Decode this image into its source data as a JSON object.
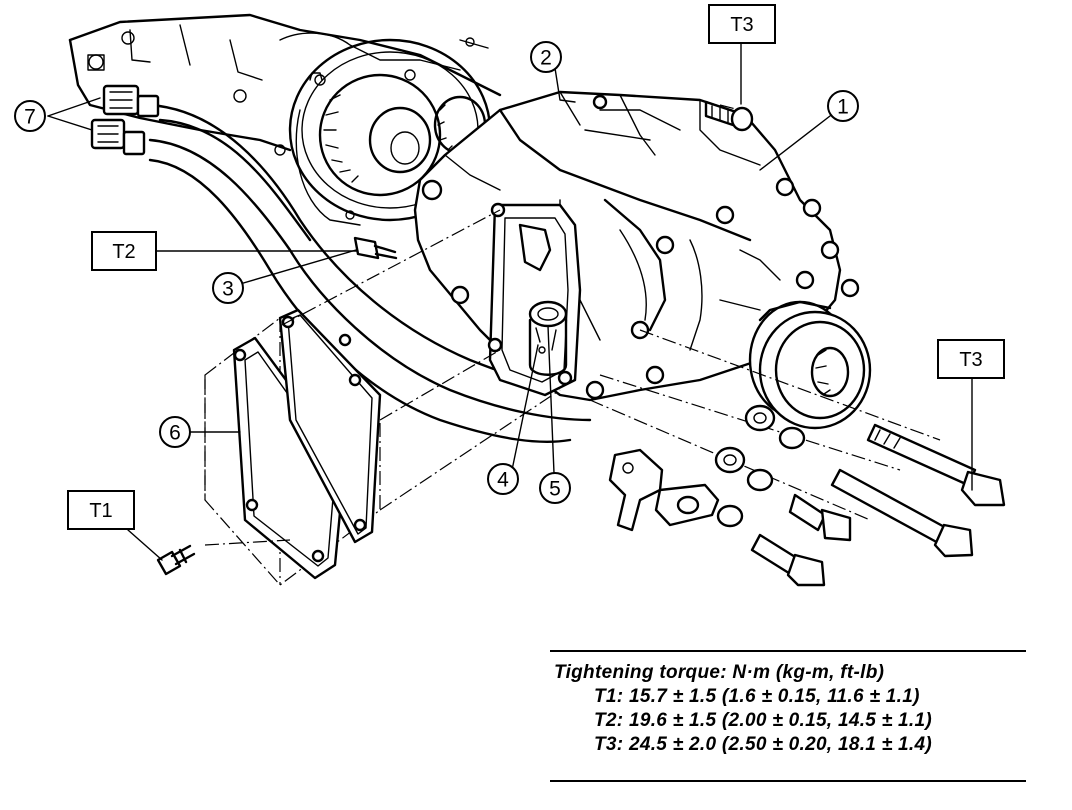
{
  "callouts": [
    "1",
    "2",
    "3",
    "4",
    "5",
    "6",
    "7"
  ],
  "torque_labels": {
    "t1": "T1",
    "t2": "T2",
    "t3_top": "T3",
    "t3_right": "T3"
  },
  "torque_table": {
    "title": "Tightening torque: N·m (kg-m, ft-lb)",
    "rows": [
      "T1: 15.7 ± 1.5 (1.6 ± 0.15, 11.6 ± 1.1)",
      "T2: 19.6 ± 1.5 (2.00 ± 0.15, 14.5 ± 1.1)",
      "T3: 24.5 ± 2.0 (2.50 ± 0.20, 18.1 ± 1.4)"
    ]
  }
}
